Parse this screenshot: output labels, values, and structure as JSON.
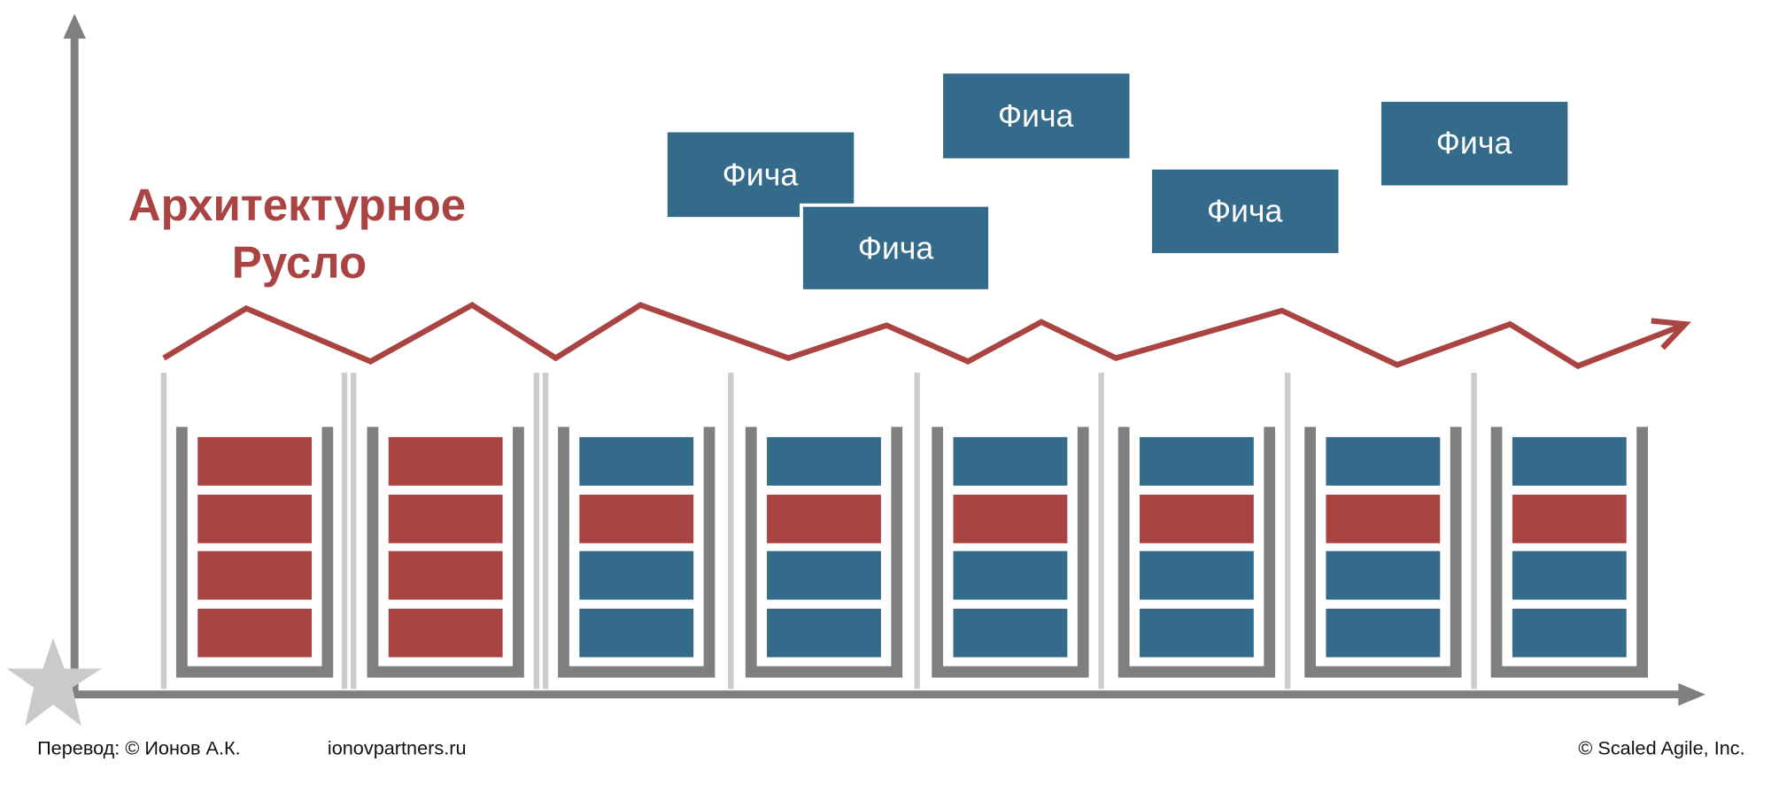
{
  "title": {
    "line1": "Архитектурное",
    "line2": "Русло"
  },
  "features": [
    {
      "label": "Фича"
    },
    {
      "label": "Фича"
    },
    {
      "label": "Фича"
    },
    {
      "label": "Фича"
    },
    {
      "label": "Фича"
    }
  ],
  "footer": {
    "translation": "Перевод: © Ионов А.К.",
    "site": "ionovpartners.ru",
    "copyright": "© Scaled Agile,  Inc."
  },
  "colors": {
    "architecture": "#A94442",
    "feature": "#346A8A",
    "bucket": "#7F7F7F",
    "separator": "#CCCCCC",
    "axis": "#7F7F7F"
  },
  "buckets": [
    {
      "stories": [
        "architecture",
        "architecture",
        "architecture",
        "architecture"
      ]
    },
    {
      "stories": [
        "architecture",
        "architecture",
        "architecture",
        "architecture"
      ]
    },
    {
      "stories": [
        "feature",
        "architecture",
        "feature",
        "feature"
      ]
    },
    {
      "stories": [
        "feature",
        "architecture",
        "feature",
        "feature"
      ]
    },
    {
      "stories": [
        "feature",
        "architecture",
        "feature",
        "feature"
      ]
    },
    {
      "stories": [
        "feature",
        "architecture",
        "feature",
        "feature"
      ]
    },
    {
      "stories": [
        "feature",
        "architecture",
        "feature",
        "feature"
      ]
    },
    {
      "stories": [
        "feature",
        "architecture",
        "feature",
        "feature"
      ]
    }
  ]
}
